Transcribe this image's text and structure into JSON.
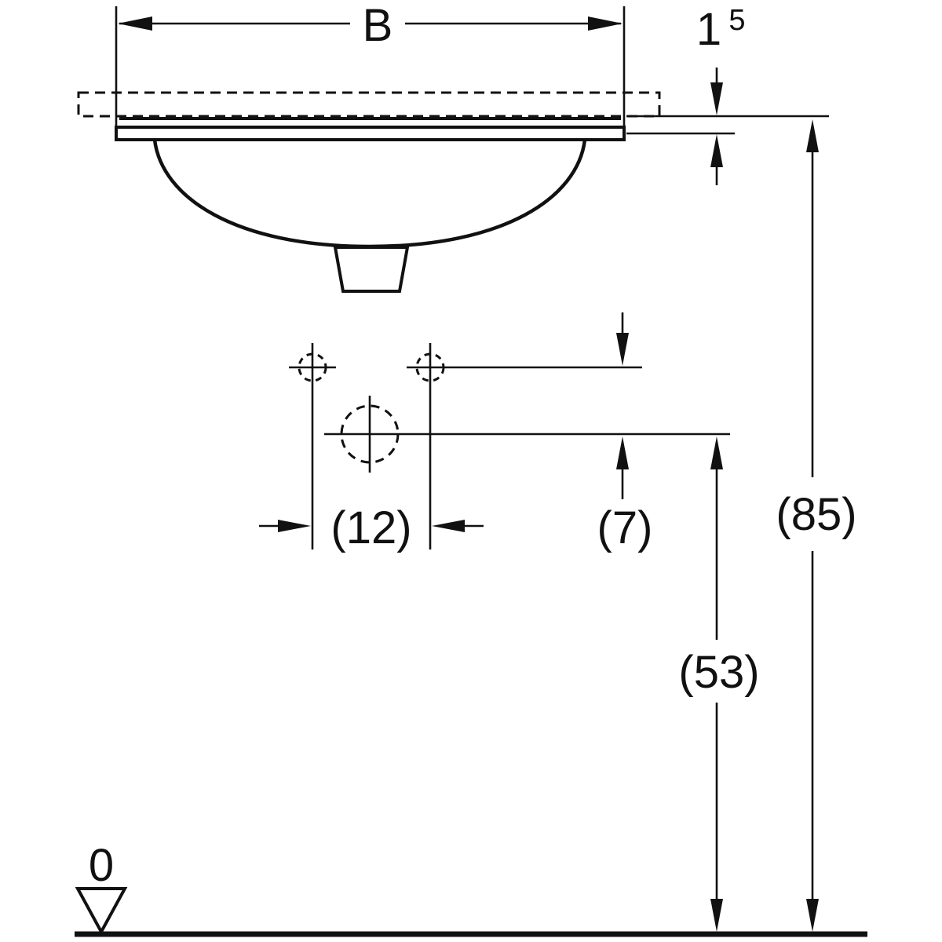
{
  "drawing": {
    "kind": "technical-dimension-drawing",
    "subject": "undercounter washbasin, front elevation with installation dimensions"
  },
  "dimensions": {
    "width_label": "B",
    "rim_thickness_value": "1",
    "rim_thickness_exponent": "5",
    "overall_height": "(85)",
    "outlet_height": "(53)",
    "tap_to_outlet_offset": "(7)",
    "tap_hole_spacing": "(12)",
    "floor_level": "0"
  },
  "colors": {
    "ink": "#111111",
    "background": "#ffffff"
  }
}
